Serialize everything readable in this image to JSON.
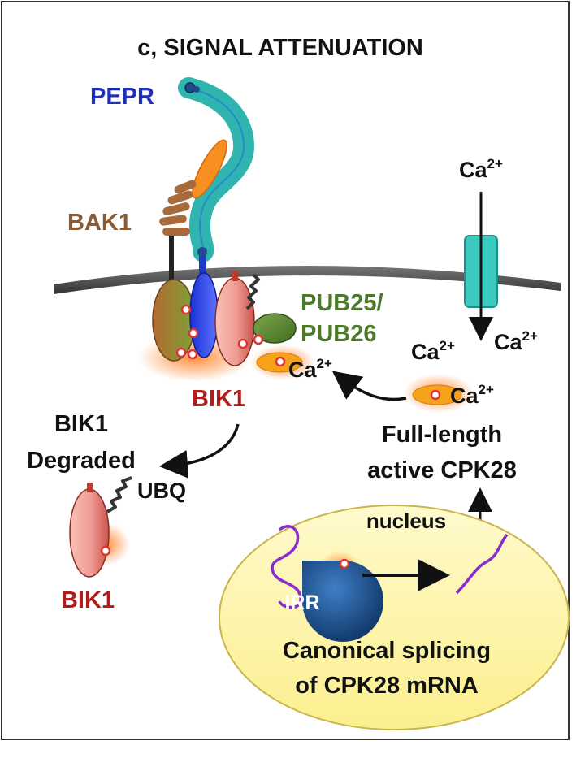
{
  "panel": {
    "title": "c, SIGNAL ATTENUATION"
  },
  "labels": {
    "pepr": "PEPR",
    "bak1": "BAK1",
    "pub_line1": "PUB25/",
    "pub_line2": "PUB26",
    "ca_top": "Ca",
    "ca_left": "Ca",
    "ca_right": "Ca",
    "ca_bound_membrane": "Ca",
    "ca_bound_cpk": "Ca",
    "ca_superscript": "2+",
    "bik1_membrane": "BIK1",
    "bik1_degraded_line1": "BIK1",
    "bik1_degraded_line2": "Degraded",
    "ubq": "UBQ",
    "bik1_bottom": "BIK1",
    "cpk28_line1": "Full-length",
    "cpk28_line2": "active CPK28",
    "nucleus": "nucleus",
    "irr": "IRR",
    "splicing_line1": "Canonical splicing",
    "splicing_line2": "of CPK28 mRNA"
  },
  "colors": {
    "pepr_label": "#1f2fb8",
    "bak1_label": "#8a5a34",
    "pub_label": "#4d7a2a",
    "bik1_label": "#b01c1c",
    "nucleus_fill": "#fbf4a6",
    "nucleus_stroke": "#d9c64a",
    "membrane": "#4b4b4b",
    "channel": "#3cc9c0",
    "irr": "#1e4f8c",
    "mrna": "#8a2bd0",
    "cpk28": "#f4a51c"
  }
}
